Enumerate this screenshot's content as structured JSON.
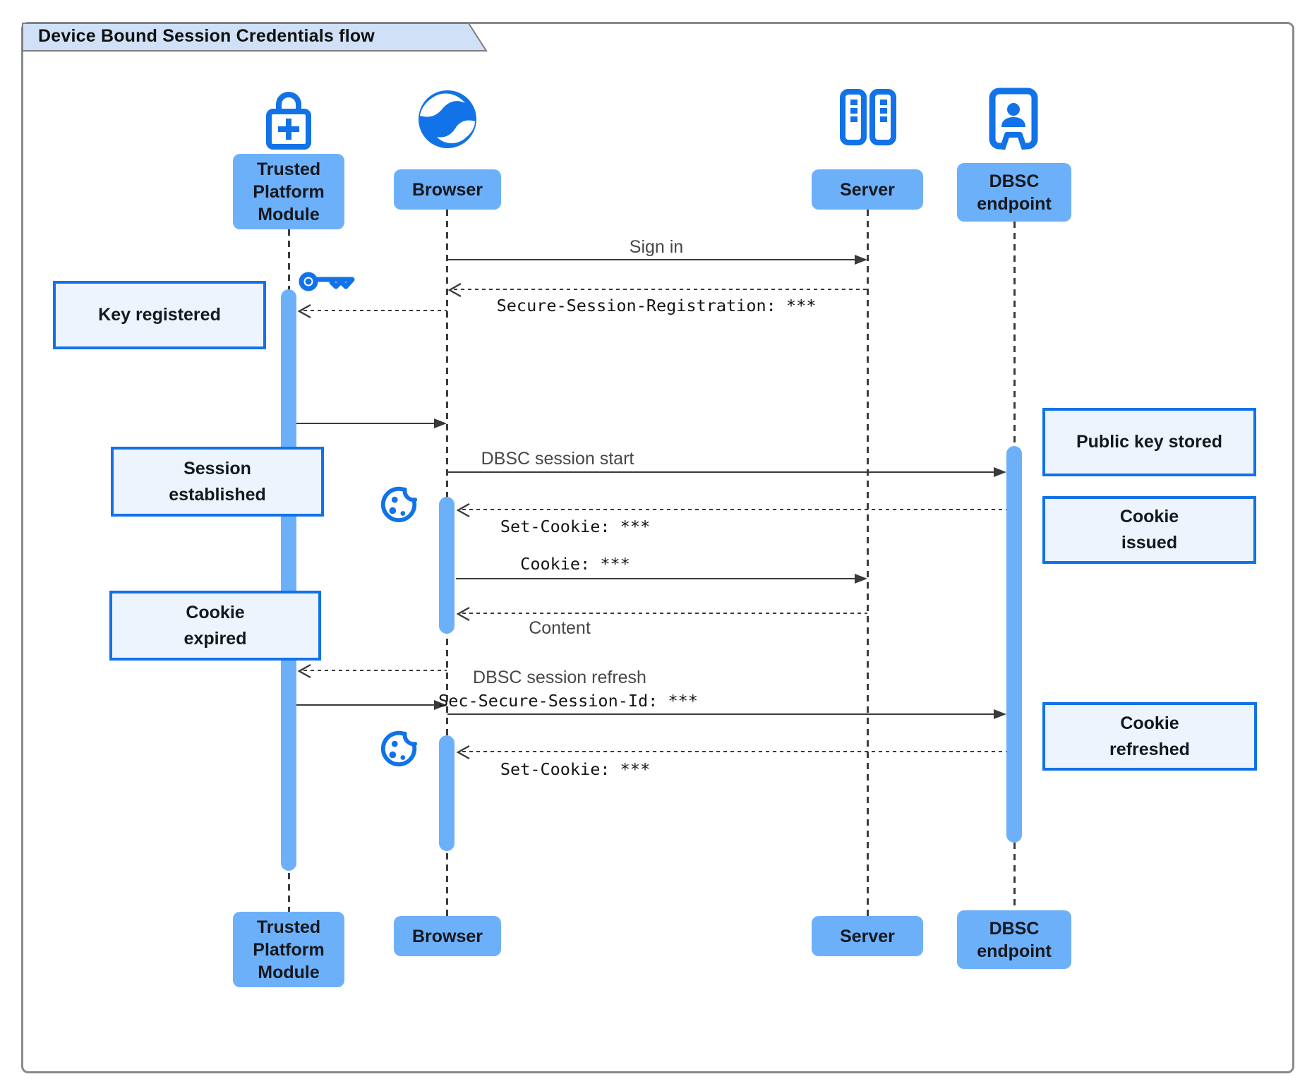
{
  "diagram_title": "Device Bound Session Credentials flow",
  "colors": {
    "accent_blue": "#1272e8",
    "participant_fill": "#6db0fa",
    "note_fill": "#edf4fe",
    "note_border": "#1272e8",
    "title_tag_fill": "#cfe0f7",
    "line_color": "#3a3a3a"
  },
  "participants": [
    {
      "id": "tpm",
      "icon": "lock-plus-icon",
      "lines": [
        "Trusted",
        "Platform",
        "Module"
      ]
    },
    {
      "id": "browser",
      "icon": "globe-icon",
      "lines": [
        "Browser"
      ]
    },
    {
      "id": "server",
      "icon": "server-icon",
      "lines": [
        "Server"
      ]
    },
    {
      "id": "dbsc",
      "icon": "person-badge-icon",
      "lines": [
        "DBSC",
        "endpoint"
      ]
    }
  ],
  "messages": [
    {
      "id": "sign-in",
      "from": "Browser",
      "to": "Server",
      "style": "solid",
      "label": "Sign in"
    },
    {
      "id": "secure-session-registration",
      "from": "Server",
      "to": "Browser",
      "style": "dashed",
      "label": "Secure-Session-Registration: ***"
    },
    {
      "id": "key-register-request",
      "from": "Browser",
      "to": "Trusted Platform Module",
      "style": "dashed",
      "label": ""
    },
    {
      "id": "key-register-response",
      "from": "Trusted Platform Module",
      "to": "Browser",
      "style": "solid",
      "label": ""
    },
    {
      "id": "dbsc-session-start",
      "from": "Browser",
      "to": "DBSC endpoint",
      "style": "solid",
      "label": "DBSC session start"
    },
    {
      "id": "set-cookie-1",
      "from": "DBSC endpoint",
      "to": "Browser",
      "style": "dashed",
      "label": "Set-Cookie: ***"
    },
    {
      "id": "cookie",
      "from": "Browser",
      "to": "Server",
      "style": "solid",
      "label": "Cookie: ***"
    },
    {
      "id": "content",
      "from": "Server",
      "to": "Browser",
      "style": "dashed",
      "label": "Content"
    },
    {
      "id": "refresh-sign-request",
      "from": "Browser",
      "to": "Trusted Platform Module",
      "style": "dashed",
      "label": ""
    },
    {
      "id": "refresh-sign-response",
      "from": "Trusted Platform Module",
      "to": "Browser",
      "style": "solid",
      "label": ""
    },
    {
      "id": "dbsc-session-refresh",
      "from": "Browser",
      "to": "DBSC endpoint",
      "style": "solid",
      "label": "DBSC session refresh",
      "label2": "Sec-Secure-Session-Id: ***"
    },
    {
      "id": "set-cookie-2",
      "from": "DBSC endpoint",
      "to": "Browser",
      "style": "dashed",
      "label": "Set-Cookie: ***"
    }
  ],
  "notes": [
    {
      "id": "key-registered",
      "side": "left",
      "lines": [
        "Key registered"
      ]
    },
    {
      "id": "session-established",
      "side": "left",
      "lines": [
        "Session",
        "established"
      ]
    },
    {
      "id": "cookie-expired",
      "side": "left",
      "lines": [
        "Cookie",
        "expired"
      ]
    },
    {
      "id": "public-key-stored",
      "side": "right",
      "lines": [
        "Public key stored"
      ]
    },
    {
      "id": "cookie-issued",
      "side": "right",
      "lines": [
        "Cookie",
        "issued"
      ]
    },
    {
      "id": "cookie-refreshed",
      "side": "right",
      "lines": [
        "Cookie",
        "refreshed"
      ]
    }
  ]
}
